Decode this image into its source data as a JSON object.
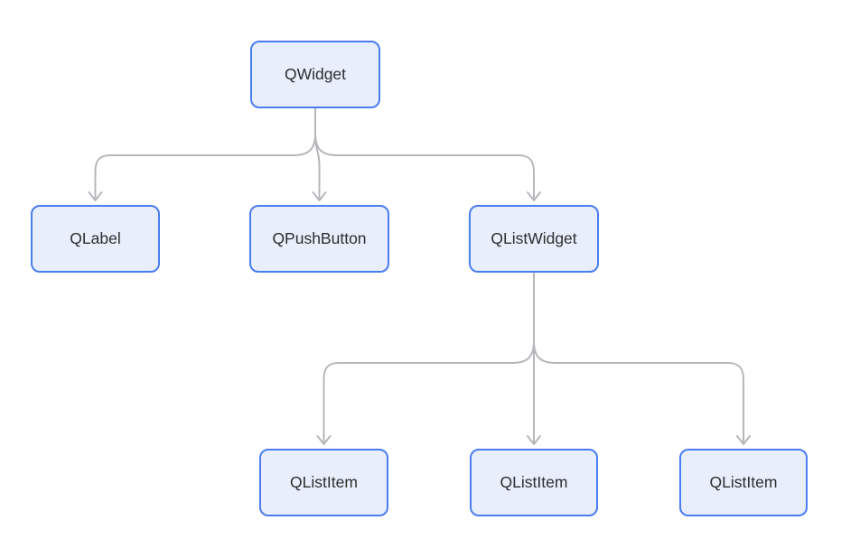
{
  "diagram": {
    "type": "tree",
    "nodes": [
      {
        "id": "QWidget",
        "label": "QWidget"
      },
      {
        "id": "QLabel",
        "label": "QLabel"
      },
      {
        "id": "QPushButton",
        "label": "QPushButton"
      },
      {
        "id": "QListWidget",
        "label": "QListWidget"
      },
      {
        "id": "QListItem-1",
        "label": "QListItem"
      },
      {
        "id": "QListItem-2",
        "label": "QListItem"
      },
      {
        "id": "QListItem-3",
        "label": "QListItem"
      }
    ],
    "edges": [
      {
        "from": "QWidget",
        "to": "QLabel"
      },
      {
        "from": "QWidget",
        "to": "QPushButton"
      },
      {
        "from": "QWidget",
        "to": "QListWidget"
      },
      {
        "from": "QListWidget",
        "to": "QListItem-1"
      },
      {
        "from": "QListWidget",
        "to": "QListItem-2"
      },
      {
        "from": "QListWidget",
        "to": "QListItem-3"
      }
    ],
    "colors": {
      "background": "#ffffff",
      "node_fill": "#e8eefc",
      "node_border": "#4a7df0",
      "edge": "#b5b7ba",
      "text": "#2e2e2e"
    }
  }
}
